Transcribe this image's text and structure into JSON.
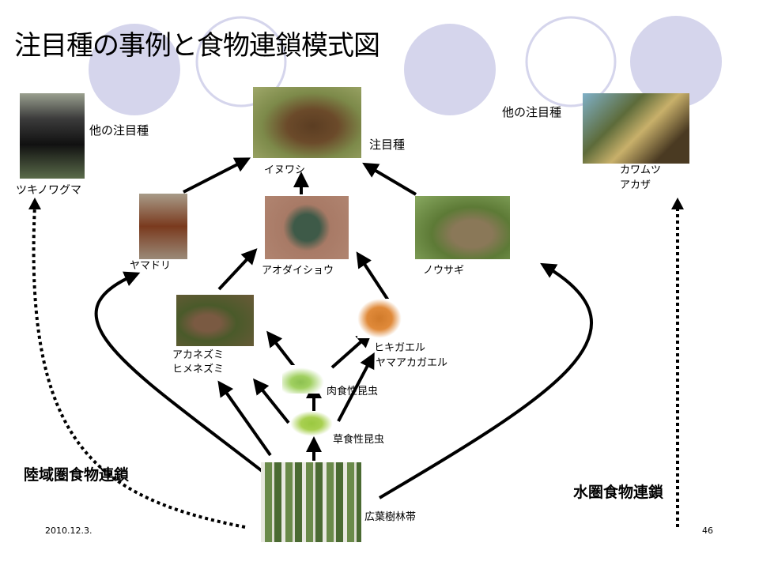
{
  "slide": {
    "title": "注目種の事例と食物連鎖模式図",
    "date": "2010.12.3.",
    "page_number": "46"
  },
  "labels": {
    "bear": "ツキノワグマ",
    "other_focus_left": "他の注目種",
    "eagle": "イヌワシ",
    "focus_species": "注目種",
    "other_focus_right": "他の注目種",
    "fish_line1": "カワムツ",
    "fish_line2": "アカザ",
    "pheasant": "ヤマドリ",
    "snake": "アオダイショウ",
    "hare": "ノウサギ",
    "mouse_line1": "アカネズミ",
    "mouse_line2": "ヒメネズミ",
    "frog_line1": "ヒキガエル",
    "frog_line2": "ヤマアカガエル",
    "carnivorous_insect": "肉食性昆虫",
    "herbivorous_insect": "草食性昆虫",
    "forest": "広葉樹林帯",
    "terrestrial_chain": "陸域圏食物連鎖",
    "aquatic_chain": "水圏食物連鎖"
  },
  "colors": {
    "accent_circle": "#d5d5ec"
  }
}
